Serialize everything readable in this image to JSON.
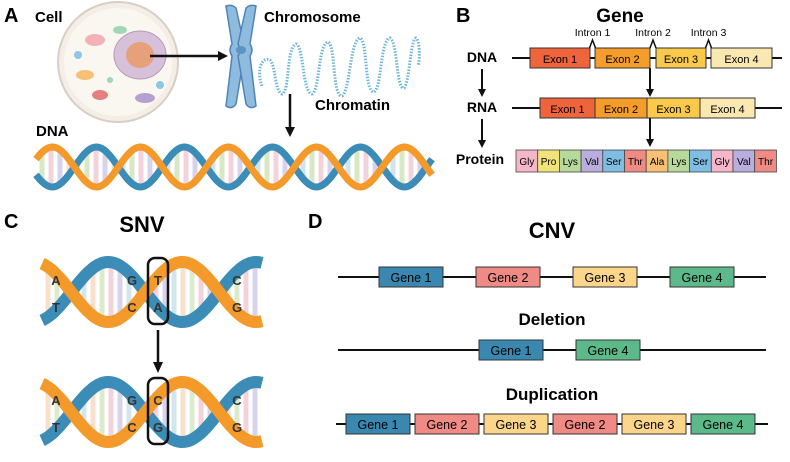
{
  "panels": {
    "A": {
      "letter": "A",
      "cell": "Cell",
      "chromosome": "Chromosome",
      "chromatin": "Chromatin",
      "dna": "DNA"
    },
    "B": {
      "letter": "B",
      "title": "Gene",
      "row_labels": {
        "dna": "DNA",
        "rna": "RNA",
        "protein": "Protein"
      },
      "introns": [
        "Intron 1",
        "Intron 2",
        "Intron 3"
      ],
      "exons": [
        "Exon 1",
        "Exon 2",
        "Exon 3",
        "Exon 4"
      ],
      "amino_acids": [
        "Gly",
        "Pro",
        "Lys",
        "Val",
        "Ser",
        "Thr",
        "Ala",
        "Lys",
        "Ser",
        "Gly",
        "Val",
        "Thr"
      ]
    },
    "C": {
      "letter": "C",
      "title": "SNV",
      "top_bases": [
        [
          "A",
          "T"
        ],
        [
          "G",
          "C"
        ],
        [
          "T",
          "A"
        ],
        [
          "C",
          "G"
        ]
      ],
      "bottom_bases": [
        [
          "A",
          "T"
        ],
        [
          "G",
          "C"
        ],
        [
          "C",
          "G"
        ],
        [
          "C",
          "G"
        ]
      ]
    },
    "D": {
      "letter": "D",
      "title": "CNV",
      "normal": [
        "Gene 1",
        "Gene 2",
        "Gene 3",
        "Gene 4"
      ],
      "deletion_label": "Deletion",
      "deletion": [
        "Gene 1",
        "Gene 4"
      ],
      "duplication_label": "Duplication",
      "duplication": [
        "Gene 1",
        "Gene 2",
        "Gene 3",
        "Gene 2",
        "Gene 3",
        "Gene 4"
      ]
    }
  },
  "colors": {
    "exon1": "#f0643c",
    "exon2": "#f59d2a",
    "exon3": "#f8c94a",
    "exon4": "#fbe7b0",
    "gene1": "#3a88b0",
    "gene2": "#f08a84",
    "gene3": "#fbd58a",
    "gene4": "#5cb98a",
    "strand_blue": "#3c8cb8",
    "strand_orange": "#f49a2a"
  }
}
